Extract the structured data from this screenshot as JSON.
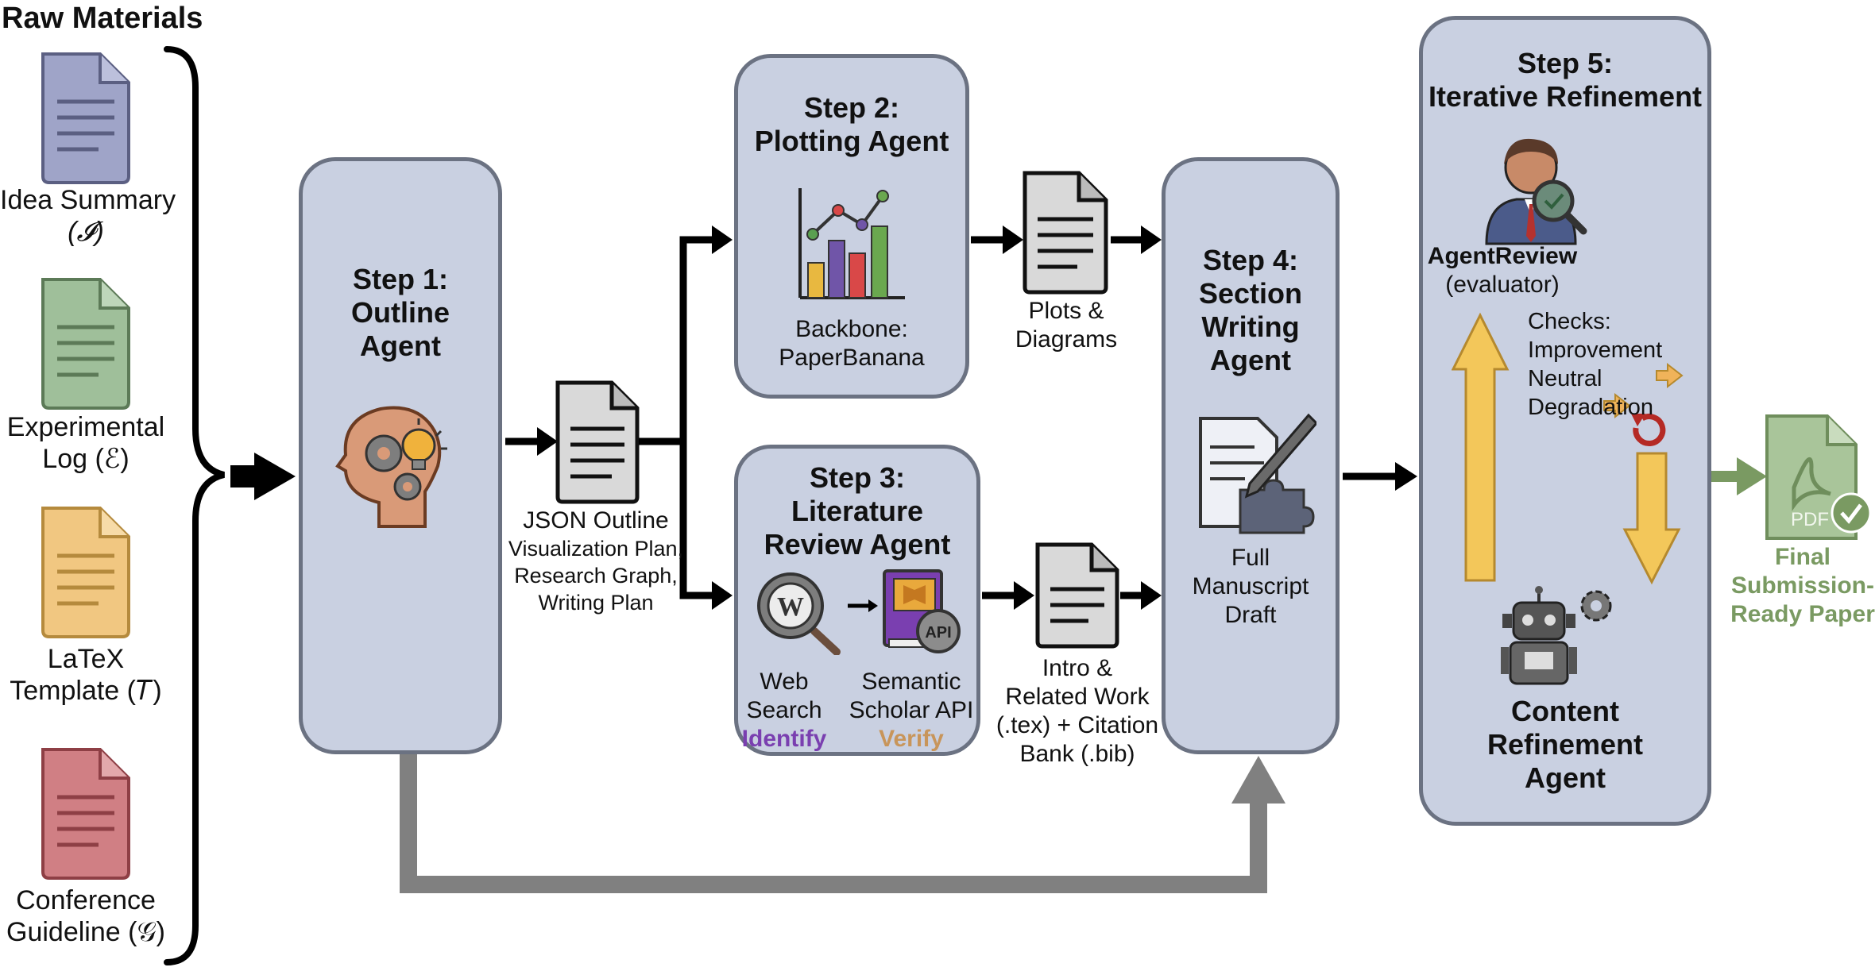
{
  "raw_materials": {
    "title": "Raw Materials",
    "items": [
      {
        "line1": "Idea Summary",
        "line2": "(𝓘)",
        "color": "#9fa4c8"
      },
      {
        "line1": "Experimental",
        "line2": "Log (ℰ)",
        "color": "#9fbf9a"
      },
      {
        "line1": "LaTeX",
        "line2": "Template (𝑇)",
        "color": "#f1c781"
      },
      {
        "line1": "Conference",
        "line2": "Guideline (𝒢)",
        "color": "#d07f84"
      }
    ]
  },
  "step1": {
    "line1": "Step 1:",
    "line2": "Outline",
    "line3": "Agent"
  },
  "json_outline": {
    "line1": "JSON Outline",
    "line2": "Visualization Plan,",
    "line3": "Research Graph,",
    "line4": "Writing Plan"
  },
  "step2": {
    "line1": "Step 2:",
    "line2": "Plotting Agent",
    "backbone1": "Backbone:",
    "backbone2": "PaperBanana"
  },
  "plots": {
    "line1": "Plots &",
    "line2": "Diagrams"
  },
  "step3": {
    "line1": "Step 3:",
    "line2": "Literature",
    "line3": "Review Agent",
    "web1": "Web",
    "web2": "Search",
    "identify": "Identify",
    "sem1": "Semantic",
    "sem2": "Scholar API",
    "verify": "Verify",
    "api": "API",
    "wiki": "W"
  },
  "intro": {
    "line1": "Intro &",
    "line2": "Related Work",
    "line3": "(.tex) + Citation",
    "line4": "Bank (.bib)"
  },
  "step4": {
    "line1": "Step 4:",
    "line2": "Section",
    "line3": "Writing",
    "line4": "Agent",
    "draft1": "Full",
    "draft2": "Manuscript",
    "draft3": "Draft"
  },
  "step5": {
    "line1": "Step 5:",
    "line2": "Iterative Refinement",
    "review1": "AgentReview",
    "review2": "(evaluator)",
    "checks": "Checks:",
    "improvement": "Improvement",
    "neutral": "Neutral",
    "degradation": "Degradation",
    "content1": "Content",
    "content2": "Refinement",
    "content3": "Agent"
  },
  "final": {
    "pdf": "PDF",
    "line1": "Final",
    "line2": "Submission-",
    "line3": "Ready Paper"
  },
  "colors": {
    "box_fill": "#c9d0e1",
    "box_border": "#6b7282",
    "identify": "#7a3fb0",
    "verify": "#c8955a",
    "final_green": "#7a9a62",
    "arrow_yellow": "#f3c75a",
    "arrow_orange": "#f0b35a",
    "degradation_red": "#b52a25"
  }
}
